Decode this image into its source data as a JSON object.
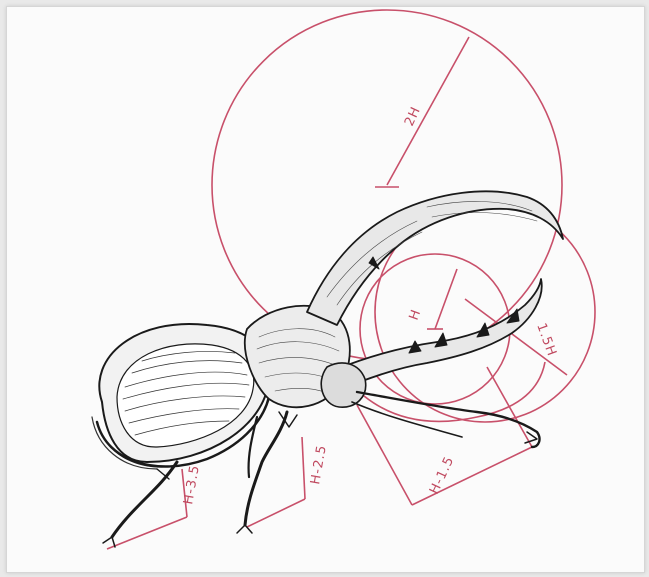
{
  "colors": {
    "construction_line": "#c8506a",
    "ink": "#1a1a1a",
    "paper": "#fbfbfb",
    "border": "#d6d6d6"
  },
  "labels": {
    "large_circle_radius": "2H",
    "horn_circle_radius": "H",
    "small_circle_radius": "1.5H",
    "head_span": "H-1.5",
    "middle_leg": "H-2.5",
    "front_leg": "H-3.5"
  },
  "subject": {
    "icon": "hercules-beetle-engraving"
  }
}
